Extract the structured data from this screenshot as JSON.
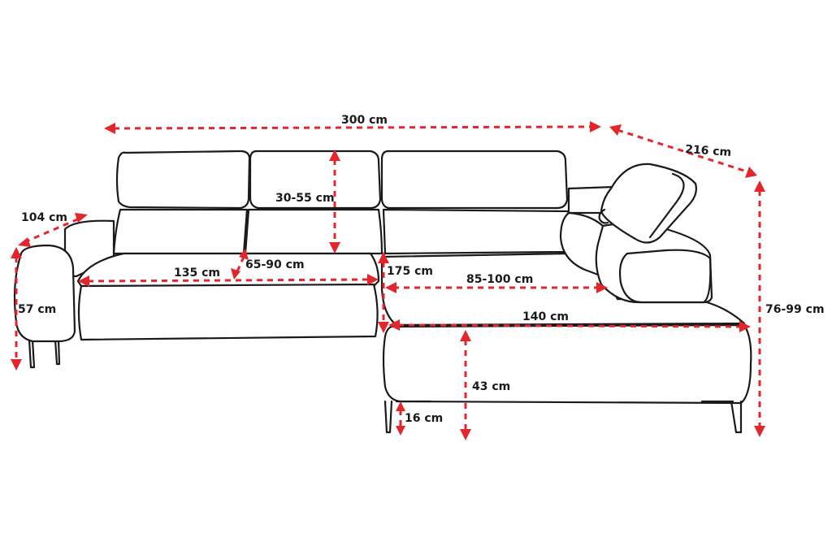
{
  "colors": {
    "dimension_line": "#e3262b",
    "outline": "#1a1a1a",
    "background": "#ffffff"
  },
  "dimensions": {
    "total_width": "300 cm",
    "chaise_depth": "216 cm",
    "sofa_depth": "104 cm",
    "headrest_range": "30-55 cm",
    "seat_width_left": "135 cm",
    "seat_depth_range": "65-90 cm",
    "corner_width": "175 cm",
    "chaise_seat_depth": "85-100 cm",
    "chaise_width": "140 cm",
    "arm_height": "57 cm",
    "total_height": "76-99 cm",
    "seat_height": "43 cm",
    "leg_height": "16 cm"
  }
}
